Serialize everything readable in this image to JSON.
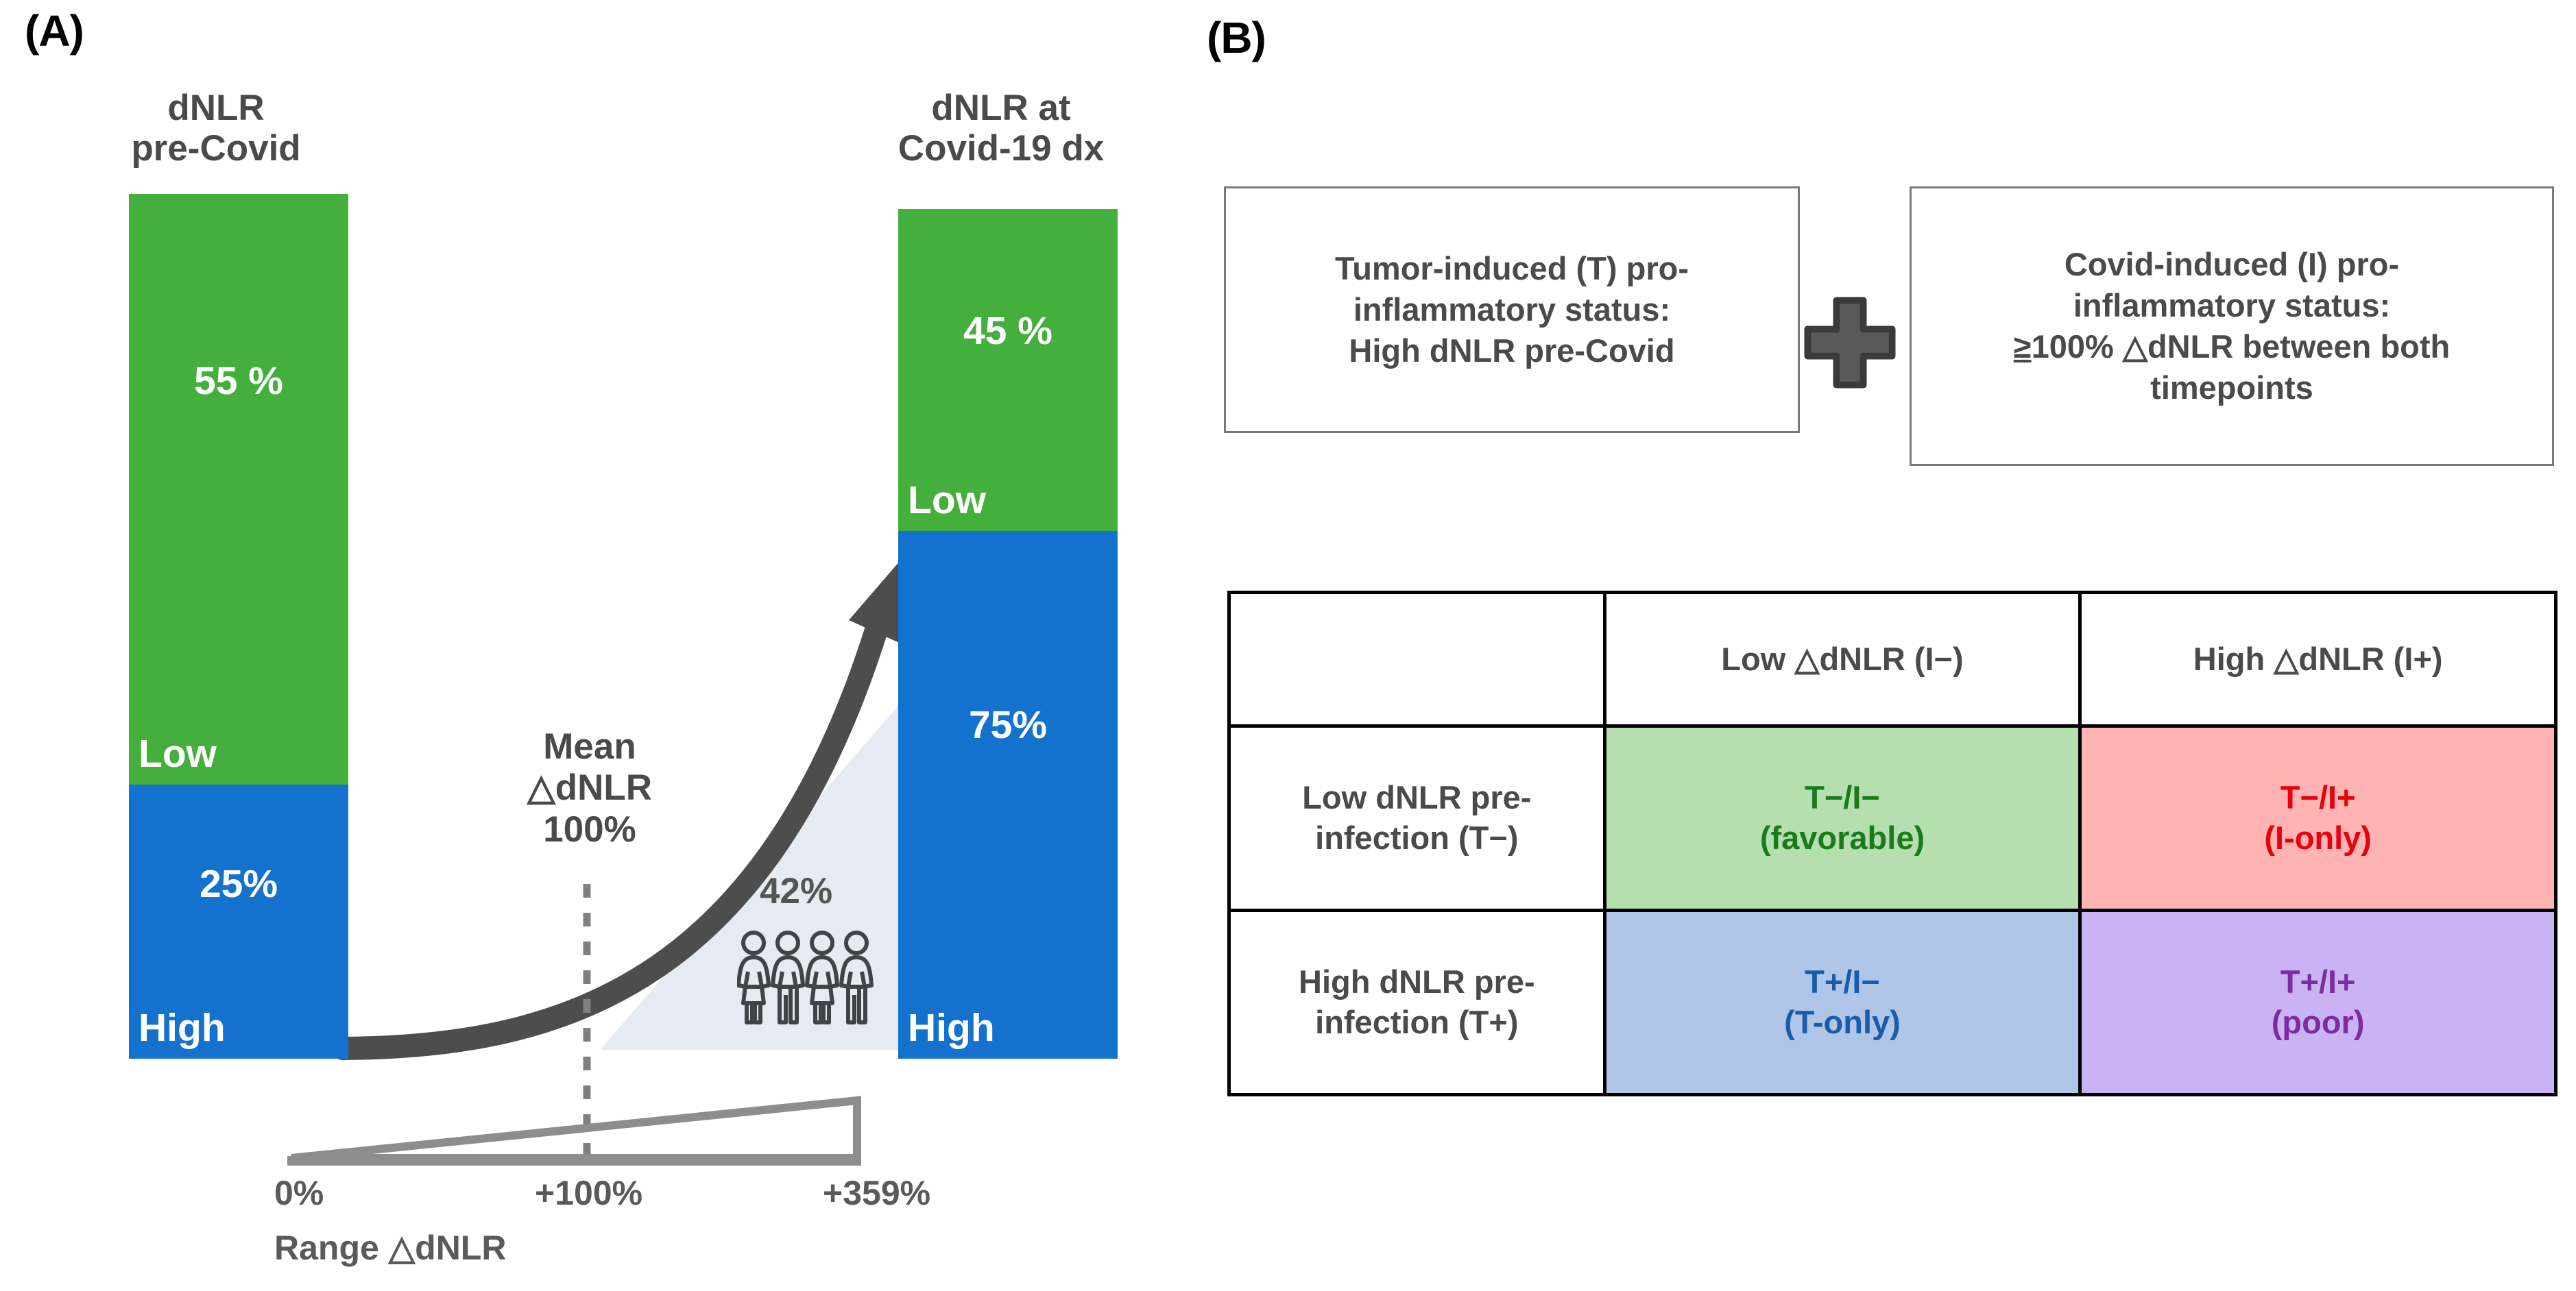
{
  "panels": {
    "a_label": "(A)",
    "b_label": "(B)"
  },
  "chart_data": {
    "type": "bar",
    "title": "dNLR distribution pre-Covid vs at Covid-19 diagnosis",
    "categories": [
      "dNLR pre-Covid",
      "dNLR at Covid-19 dx"
    ],
    "series": [
      {
        "name": "Low",
        "values": [
          55,
          45
        ],
        "color": "#44AF3C"
      },
      {
        "name": "High",
        "values": [
          25,
          75
        ],
        "color": "#1471CE"
      }
    ],
    "value_labels": [
      [
        "55 %",
        "25%"
      ],
      [
        "45 %",
        "75%"
      ]
    ],
    "annotations": {
      "mean_delta": "100%",
      "patients_share": "42%",
      "mean_caption": [
        "Mean",
        "△dNLR",
        "100%"
      ]
    },
    "xaxis": {
      "label": "Range △dNLR",
      "ticks": [
        "0%",
        "+100%",
        "+359%"
      ],
      "range": [
        0,
        359
      ]
    },
    "grid": false,
    "legend": "inline"
  },
  "panel_a": {
    "left_bar": {
      "title_line1": "dNLR",
      "title_line2": "pre-Covid",
      "low_pct": "55 %",
      "low_cat": "Low",
      "high_pct": "25%",
      "high_cat": "High"
    },
    "right_bar": {
      "title_line1": "dNLR at",
      "title_line2": "Covid-19 dx",
      "low_pct": "45 %",
      "low_cat": "Low",
      "high_pct": "75%",
      "high_cat": "High"
    },
    "mean": {
      "line1": "Mean",
      "line2": "△dNLR",
      "line3": "100%"
    },
    "patients": {
      "pct": "42%",
      "icon_count": 4
    },
    "axis": {
      "tick0": "0%",
      "tick1": "+100%",
      "tick2": "+359%",
      "name": "Range △dNLR"
    },
    "colors": {
      "low": "#44AF3C",
      "high": "#1471CE",
      "arrow": "#4d4d4d",
      "wedge": "#e6eaf2"
    }
  },
  "panel_b": {
    "box_t": {
      "line1": "Tumor-induced (T) pro-",
      "line2": "inflammatory status:",
      "line3": "High dNLR pre-Covid"
    },
    "plus": "+",
    "box_i": {
      "line1": "Covid-induced (I) pro-",
      "line2": "inflammatory status:",
      "line3_ge": "≥",
      "line3": "100% △dNLR between both",
      "line4": "timepoints"
    },
    "matrix": {
      "col_headers": [
        "Low △dNLR (I−)",
        "High △dNLR (I+)"
      ],
      "rows": [
        {
          "header": "Low dNLR pre-infection (T−)",
          "header_line1": "Low dNLR pre-",
          "header_line2": "infection (T−)",
          "cells": [
            {
              "code": "T−/I−",
              "note": "(favorable)",
              "bg": "#B5DFAF",
              "fg": "#1B7A1B"
            },
            {
              "code": "T−/I+",
              "note": "(I-only)",
              "bg": "#FFB3B3",
              "fg": "#E8000D"
            }
          ]
        },
        {
          "header": "High dNLR pre-infection (T+)",
          "header_line1": "High dNLR pre-",
          "header_line2": "infection (T+)",
          "cells": [
            {
              "code": "T+/I−",
              "note": "(T-only)",
              "bg": "#AFC6E9",
              "fg": "#1A5CA8"
            },
            {
              "code": "T+/I+",
              "note": "(poor)",
              "bg": "#C9B3F5",
              "fg": "#7B2D9E"
            }
          ]
        }
      ]
    }
  }
}
